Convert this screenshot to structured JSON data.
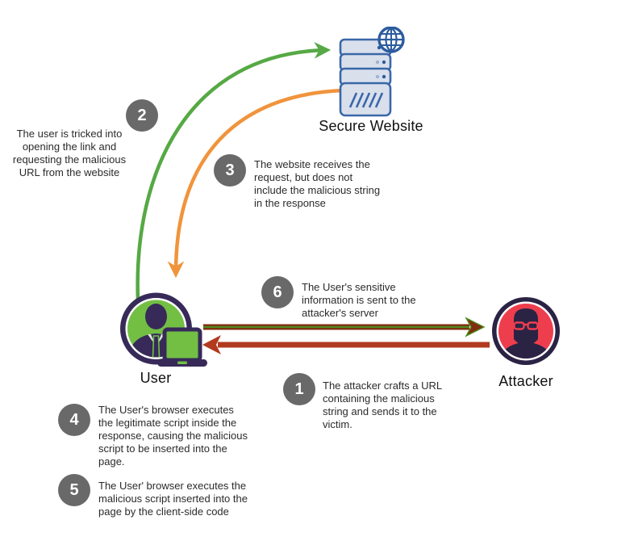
{
  "actors": {
    "server": {
      "label": "Secure Website"
    },
    "user": {
      "label": "User"
    },
    "attacker": {
      "label": "Attacker"
    }
  },
  "steps": [
    {
      "number": "1",
      "text": "The attacker crafts a URL containing the malicious string and sends it to the victim."
    },
    {
      "number": "2",
      "text": "The user is tricked into opening the link and requesting the malicious URL from the website"
    },
    {
      "number": "3",
      "text": "The website receives the request, but does not include the malicious string in the response"
    },
    {
      "number": "4",
      "text": "The User's browser executes the legitimate script inside the response, causing the malicious script to be inserted into the page."
    },
    {
      "number": "5",
      "text": "The User' browser executes the malicious script inserted into the page by the client-side code"
    },
    {
      "number": "6",
      "text": "The User's sensitive information is sent to the attacker's server"
    }
  ],
  "colors": {
    "request_arrow": "#56a944",
    "response_arrow": "#f0943c",
    "exfiltration_arrow": "#7f2e0e",
    "exfiltration_core": "#4e8c1e",
    "reply_arrow": "#b23a1f",
    "step_badge": "#696969",
    "user_accent": "#72bf44",
    "attacker_accent": "#ee3e4e",
    "server_stroke": "#3a67a8",
    "icon_dark": "#32284e"
  }
}
